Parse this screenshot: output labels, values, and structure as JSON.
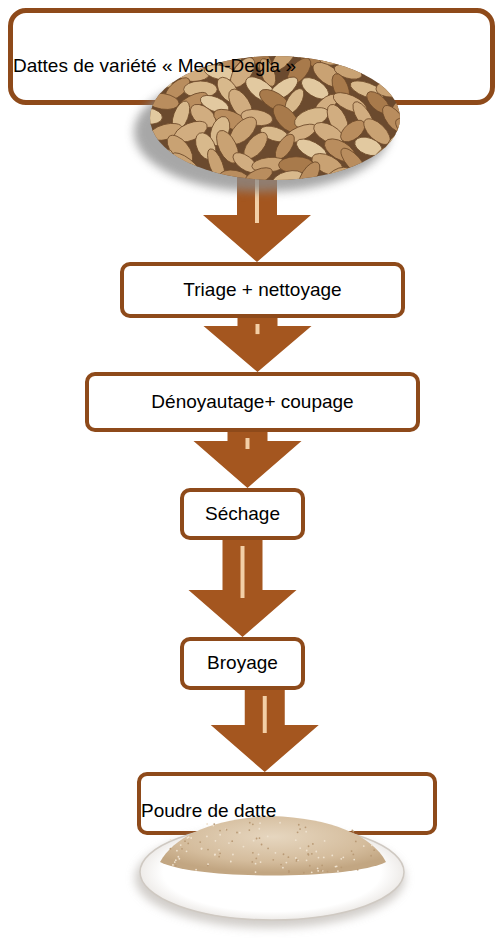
{
  "diagram": {
    "nodes": [
      {
        "text": [
          "Dattes de variété « Mech-Degla »"
        ]
      },
      {
        "text": [
          "Triage + nettoyage"
        ]
      },
      {
        "text": [
          "Dénoyautage+ coupage"
        ]
      },
      {
        "text": [
          "Séchage"
        ]
      },
      {
        "text": [
          "Broyage"
        ]
      },
      {
        "text": [
          "Poudre de datte"
        ]
      }
    ],
    "edges": [
      {
        "from": 0,
        "to": 1,
        "arrow": "to"
      },
      {
        "from": 1,
        "to": 2,
        "arrow": "to"
      },
      {
        "from": 2,
        "to": 3,
        "arrow": "to"
      },
      {
        "from": 3,
        "to": 4,
        "arrow": "to"
      },
      {
        "from": 4,
        "to": 5,
        "arrow": "to"
      }
    ]
  }
}
